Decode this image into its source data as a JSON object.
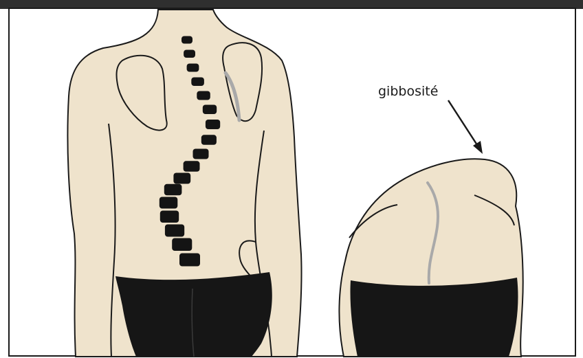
{
  "annotation": {
    "label": "gibbosité"
  },
  "colors": {
    "background": "#ffffff",
    "skin": "#efe3cc",
    "outline": "#1a1a1a",
    "vertebra": "#141414",
    "garment": "#161616",
    "spine_line": "#a9a9a9",
    "top_bar": "#2f2f2f"
  },
  "figures": [
    {
      "name": "back-view",
      "vertebra_count": 17
    },
    {
      "name": "forward-bend-view"
    }
  ]
}
